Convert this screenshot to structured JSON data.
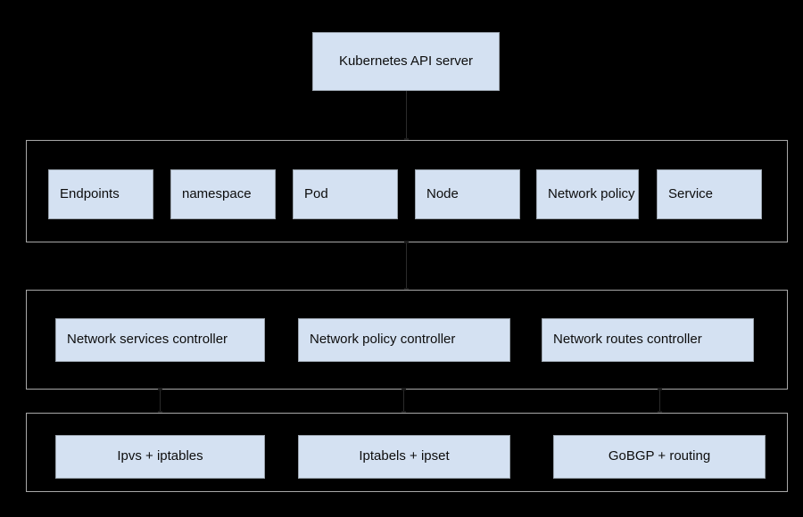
{
  "diagram": {
    "title": "kube-router architecture",
    "background_color": "#000000",
    "box_fill_color": "#d4e1f2",
    "box_border_color": "#9aa3ad",
    "group_border_color": "#a8a8a8",
    "text_color": "#0d0d0d"
  },
  "api_server": {
    "label": "Kubernetes API server"
  },
  "resources_group": {
    "name": "kubernetes-resources-group",
    "items": [
      {
        "label": "Endpoints"
      },
      {
        "label": "namespace"
      },
      {
        "label": "Pod"
      },
      {
        "label": "Node"
      },
      {
        "label": "Network policy"
      },
      {
        "label": "Service"
      }
    ]
  },
  "controllers_group": {
    "name": "kube-router-controllers-group",
    "items": [
      {
        "label": "Network services controller"
      },
      {
        "label": "Network policy controller"
      },
      {
        "label": "Network routes controller"
      }
    ]
  },
  "dataplane_group": {
    "name": "dataplane-group",
    "items": [
      {
        "label": "Ipvs + iptables"
      },
      {
        "label": "Iptabels + ipset"
      },
      {
        "label": "GoBGP + routing"
      }
    ]
  }
}
